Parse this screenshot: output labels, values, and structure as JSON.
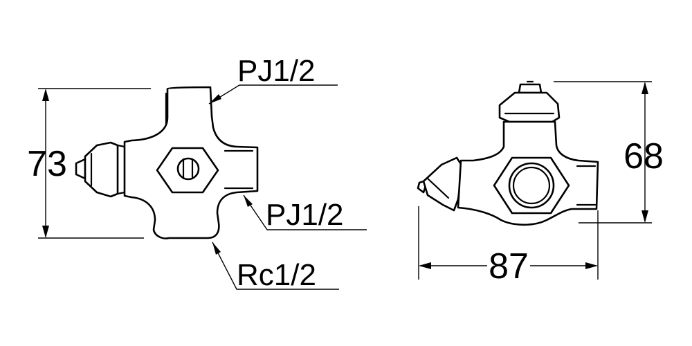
{
  "front_view": {
    "top_port_label": "PJ1/2",
    "right_port_label": "PJ1/2",
    "bottom_port_label": "Rc1/2",
    "height_dimension": "73"
  },
  "side_view": {
    "height_dimension": "68",
    "width_dimension": "87"
  }
}
